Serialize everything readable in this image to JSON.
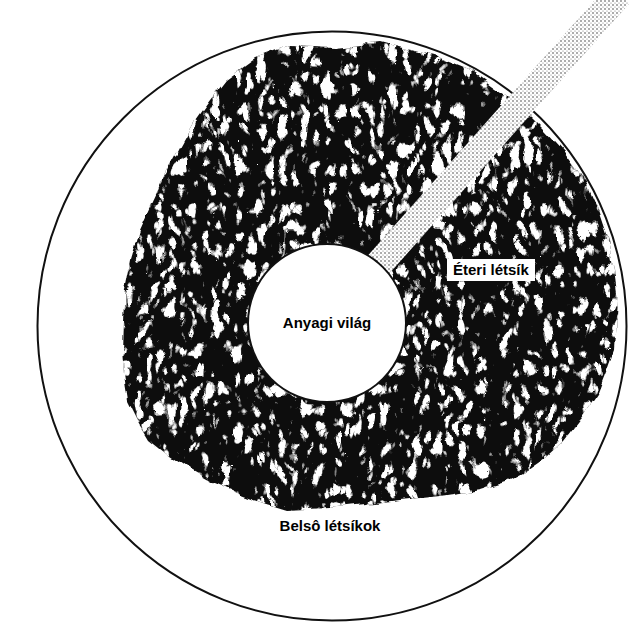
{
  "diagram": {
    "nodes": [
      {
        "text": [
          "Belsô létsíkok"
        ]
      },
      {
        "text": [
          "Éteri létsík"
        ],
        "in": 0
      },
      {
        "text": [
          "Anyagi világ"
        ],
        "in": 1
      }
    ]
  }
}
